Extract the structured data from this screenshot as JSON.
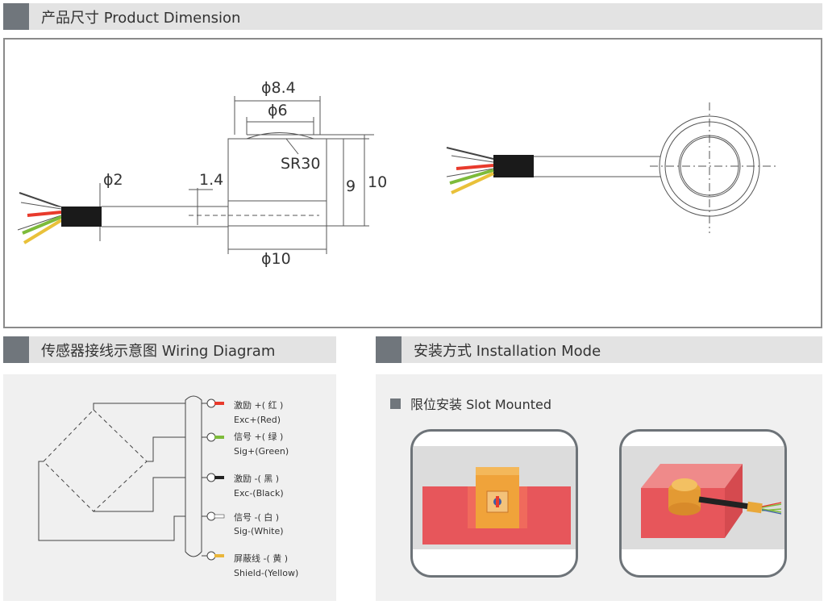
{
  "sections": {
    "dimension": {
      "title": "产品尺寸 Product Dimension"
    },
    "wiring": {
      "title": "传感器接线示意图 Wiring Diagram"
    },
    "installation": {
      "title": "安装方式 Installation Mode",
      "subtitle": "限位安装 Slot Mounted"
    }
  },
  "dimensions": {
    "outer_diameter": "ϕ8.4",
    "inner_diameter": "ϕ6",
    "sphere_radius": "SR30",
    "cable_diameter": "ϕ2",
    "cable_offset": "1.4",
    "body_height": "9",
    "total_height": "10",
    "base_diameter": "ϕ10"
  },
  "wiring": {
    "wires": [
      {
        "cn": "激励 +( 红 )",
        "en": "Exc+(Red)",
        "color": "#e83a2c"
      },
      {
        "cn": "信号 +( 绿 )",
        "en": "Sig+(Green)",
        "color": "#7dbb3a"
      },
      {
        "cn": "激励 -( 黑 )",
        "en": "Exc-(Black)",
        "color": "#222222"
      },
      {
        "cn": "信号 -( 白 )",
        "en": "Sig-(White)",
        "color": "#ffffff"
      },
      {
        "cn": "屏蔽线 -( 黄 )",
        "en": "Shield-(Yellow)",
        "color": "#e9b53a"
      }
    ]
  },
  "colors": {
    "header_bg": "#e3e3e3",
    "header_accent": "#70767c",
    "slot_red": "#e8474c",
    "sensor_orange": "#f0a33a"
  }
}
